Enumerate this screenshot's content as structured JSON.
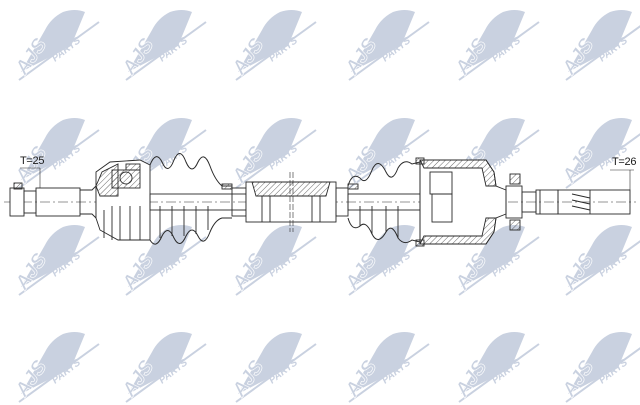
{
  "diagram": {
    "subject": "Drive shaft (CV axle) technical drawing",
    "labels": {
      "left_spline": "T=25",
      "right_spline": "T=26"
    },
    "watermark": {
      "text_main": "AJS",
      "text_sub": "PARTS",
      "color": "#c9d1e0",
      "grid_cols": [
        15,
        122,
        232,
        345,
        455,
        562
      ],
      "grid_rows": [
        0,
        108,
        215,
        322
      ]
    },
    "line_color": "#2a2a2a",
    "hatch_color": "#444444"
  }
}
